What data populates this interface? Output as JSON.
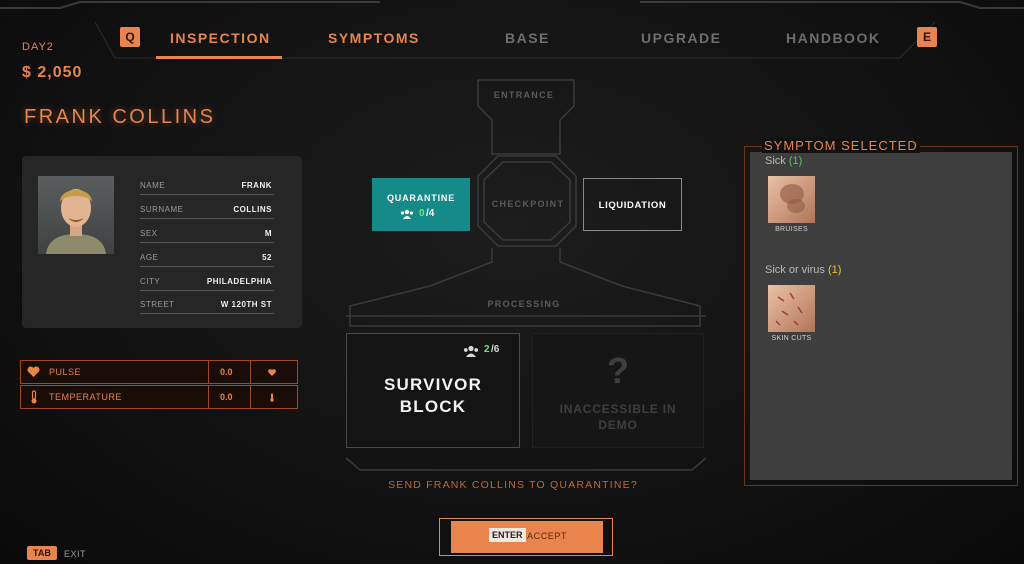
{
  "header": {
    "day": "DAY2",
    "money": "$ 2,050",
    "left_key": "Q",
    "right_key": "E",
    "tabs": [
      {
        "label": "INSPECTION",
        "active": true
      },
      {
        "label": "SYMPTOMS",
        "active": false
      },
      {
        "label": "BASE",
        "active": false
      },
      {
        "label": "UPGRADE",
        "active": false
      },
      {
        "label": "HANDBOOK",
        "active": false
      }
    ]
  },
  "person": {
    "full_name": "FRANK COLLINS",
    "fields": [
      {
        "label": "NAME",
        "value": "FRANK"
      },
      {
        "label": "SURNAME",
        "value": "COLLINS"
      },
      {
        "label": "SEX",
        "value": "M"
      },
      {
        "label": "AGE",
        "value": "52"
      },
      {
        "label": "CITY",
        "value": "PHILADELPHIA"
      },
      {
        "label": "STREET",
        "value": "W 120TH ST"
      }
    ]
  },
  "vitals": [
    {
      "label": "PULSE",
      "value": "0.0",
      "icon": "heart-icon"
    },
    {
      "label": "TEMPERATURE",
      "value": "0.0",
      "icon": "thermometer-icon"
    }
  ],
  "map": {
    "entrance": "ENTRANCE",
    "checkpoint": "CHECKPOINT",
    "processing": "PROCESSING",
    "quarantine": {
      "label": "QUARANTINE",
      "count": "0",
      "capacity": "/4"
    },
    "liquidation": "LIQUIDATION",
    "survivor_block": {
      "label_line1": "SURVIVOR",
      "label_line2": "BLOCK",
      "count": "2",
      "capacity": "/6"
    },
    "inaccessible": {
      "symbol": "?",
      "line1": "INACCESSIBLE IN",
      "line2": "DEMO"
    }
  },
  "prompt": "SEND FRANK COLLINS TO QUARANTINE?",
  "accept": {
    "key": "ENTER",
    "label": "ACCEPT"
  },
  "exit": {
    "key": "TAB",
    "label": "EXIT"
  },
  "symptoms": {
    "title": "SYMPTOM SELECTED",
    "groups": [
      {
        "category": "Sick",
        "count": "(1)",
        "count_color": "#4fd04f",
        "item": "BRUISES"
      },
      {
        "category": "Sick or virus",
        "count": "(1)",
        "count_color": "#e8c23a",
        "item": "SKIN CUTS"
      }
    ]
  },
  "colors": {
    "accent": "#e8844c",
    "quarantine": "#168a88"
  }
}
